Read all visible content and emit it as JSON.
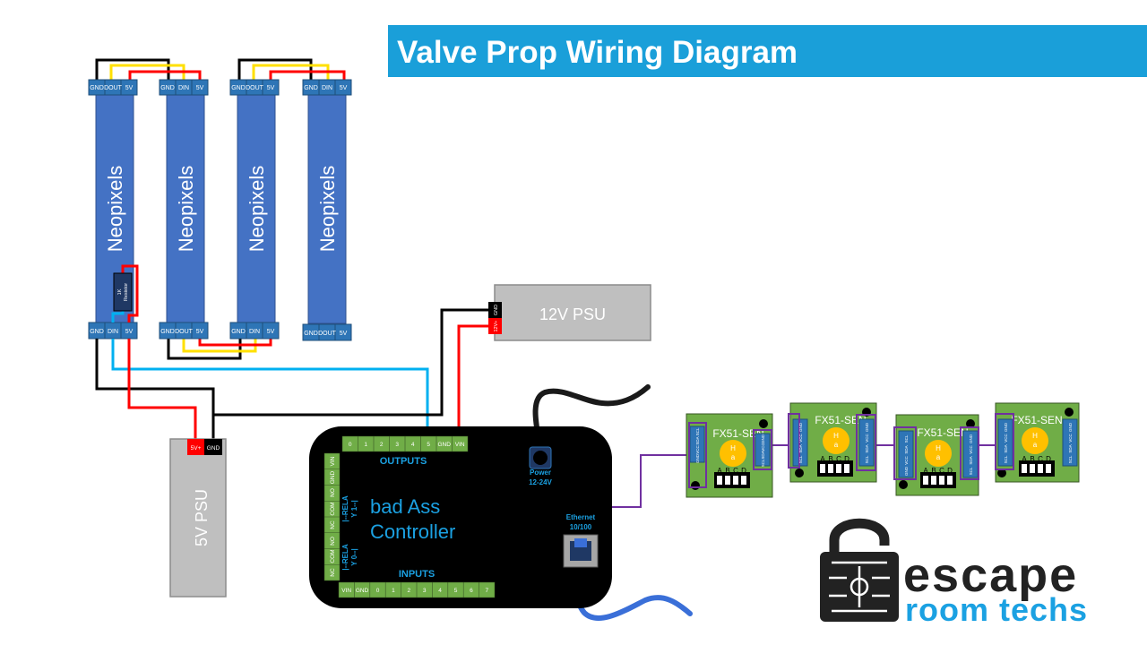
{
  "title": "Valve Prop Wiring Diagram",
  "colors": {
    "title_bar": "#1a9fd9",
    "strip": "#4472c4",
    "connector": "#2e75b6",
    "psu": "#bfbfbf",
    "controller": "#000000",
    "terminal": "#70ad47",
    "sensor_board": "#70ad47",
    "wire_black": "#000000",
    "wire_red": "#ff0000",
    "wire_yellow": "#ffff00",
    "wire_blue": "#00b0f0",
    "wire_purple": "#7030a0",
    "logo_dark": "#222222",
    "logo_blue": "#1ba1e2"
  },
  "strips": {
    "label": "Neopixels",
    "top_pins": [
      [
        "GND",
        "DOUT",
        "5V"
      ],
      [
        "GND",
        "DIN",
        "5V"
      ],
      [
        "GND",
        "DOUT",
        "5V"
      ],
      [
        "GND",
        "DIN",
        "5V"
      ]
    ],
    "bottom_pins": [
      [
        "GND",
        "DIN",
        "5V"
      ],
      [
        "GND",
        "DOUT",
        "5V"
      ],
      [
        "GND",
        "DIN",
        "5V"
      ],
      [
        "GND",
        "DOUT",
        "5V"
      ]
    ],
    "resistor": [
      "1K",
      "Resistor"
    ]
  },
  "psu12": {
    "label": "12V PSU",
    "pins": [
      "GND",
      "12V+"
    ]
  },
  "psu5": {
    "label": "5V PSU",
    "pins": [
      "5V+",
      "GND"
    ]
  },
  "controller": {
    "name_line1": "bad Ass",
    "name_line2": "Controller",
    "outputs_label": "OUTPUTS",
    "inputs_label": "INPUTS",
    "output_pins": [
      "0",
      "1",
      "2",
      "3",
      "4",
      "5",
      "GND",
      "VIN"
    ],
    "input_pins": [
      "VIN",
      "GND",
      "0",
      "1",
      "2",
      "3",
      "4",
      "5",
      "6",
      "7"
    ],
    "side_pins": [
      "VIN",
      "GND",
      "NO",
      "COM",
      "NC",
      "NO",
      "COM",
      "NC"
    ],
    "relay1_label": [
      "|--RELA",
      "Y 1--|"
    ],
    "relay0_label": [
      "|--RELA",
      "Y 0--|"
    ],
    "power_label": [
      "Power",
      "12-24V"
    ],
    "ethernet_label": [
      "Ethernet",
      "10/100"
    ]
  },
  "sensors": {
    "label": "FX51-SEN",
    "chip": [
      "H",
      "a"
    ],
    "dip": [
      "A",
      "B",
      "C",
      "D"
    ],
    "left_pins": [
      "SCL",
      "SDA",
      "VCC",
      "GND"
    ],
    "right_pins": [
      "GND",
      "VCC",
      "SDA",
      "SCL"
    ]
  },
  "logo": {
    "line1": "escape",
    "line2": "room techs"
  }
}
